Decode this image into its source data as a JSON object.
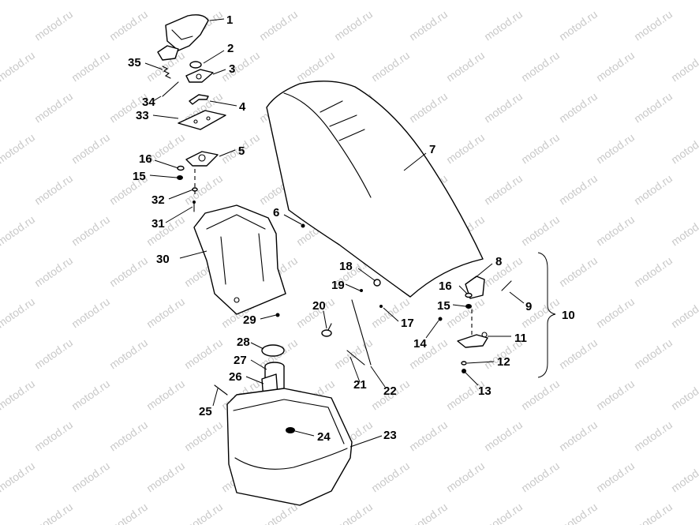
{
  "watermark": "motod.ru",
  "callouts": {
    "c1": "1",
    "c2": "2",
    "c3": "3",
    "c4": "4",
    "c5": "5",
    "c6": "6",
    "c7": "7",
    "c8": "8",
    "c9": "9",
    "c10": "10",
    "c11": "11",
    "c12": "12",
    "c13": "13",
    "c14": "14",
    "c15a": "15",
    "c15b": "15",
    "c16a": "16",
    "c16b": "16",
    "c17": "17",
    "c18": "18",
    "c19": "19",
    "c20": "20",
    "c21": "21",
    "c22": "22",
    "c23": "23",
    "c24": "24",
    "c25": "25",
    "c26": "26",
    "c27": "27",
    "c28": "28",
    "c29": "29",
    "c30": "30",
    "c31": "31",
    "c32": "32",
    "c33": "33",
    "c34": "34",
    "c35": "35"
  }
}
